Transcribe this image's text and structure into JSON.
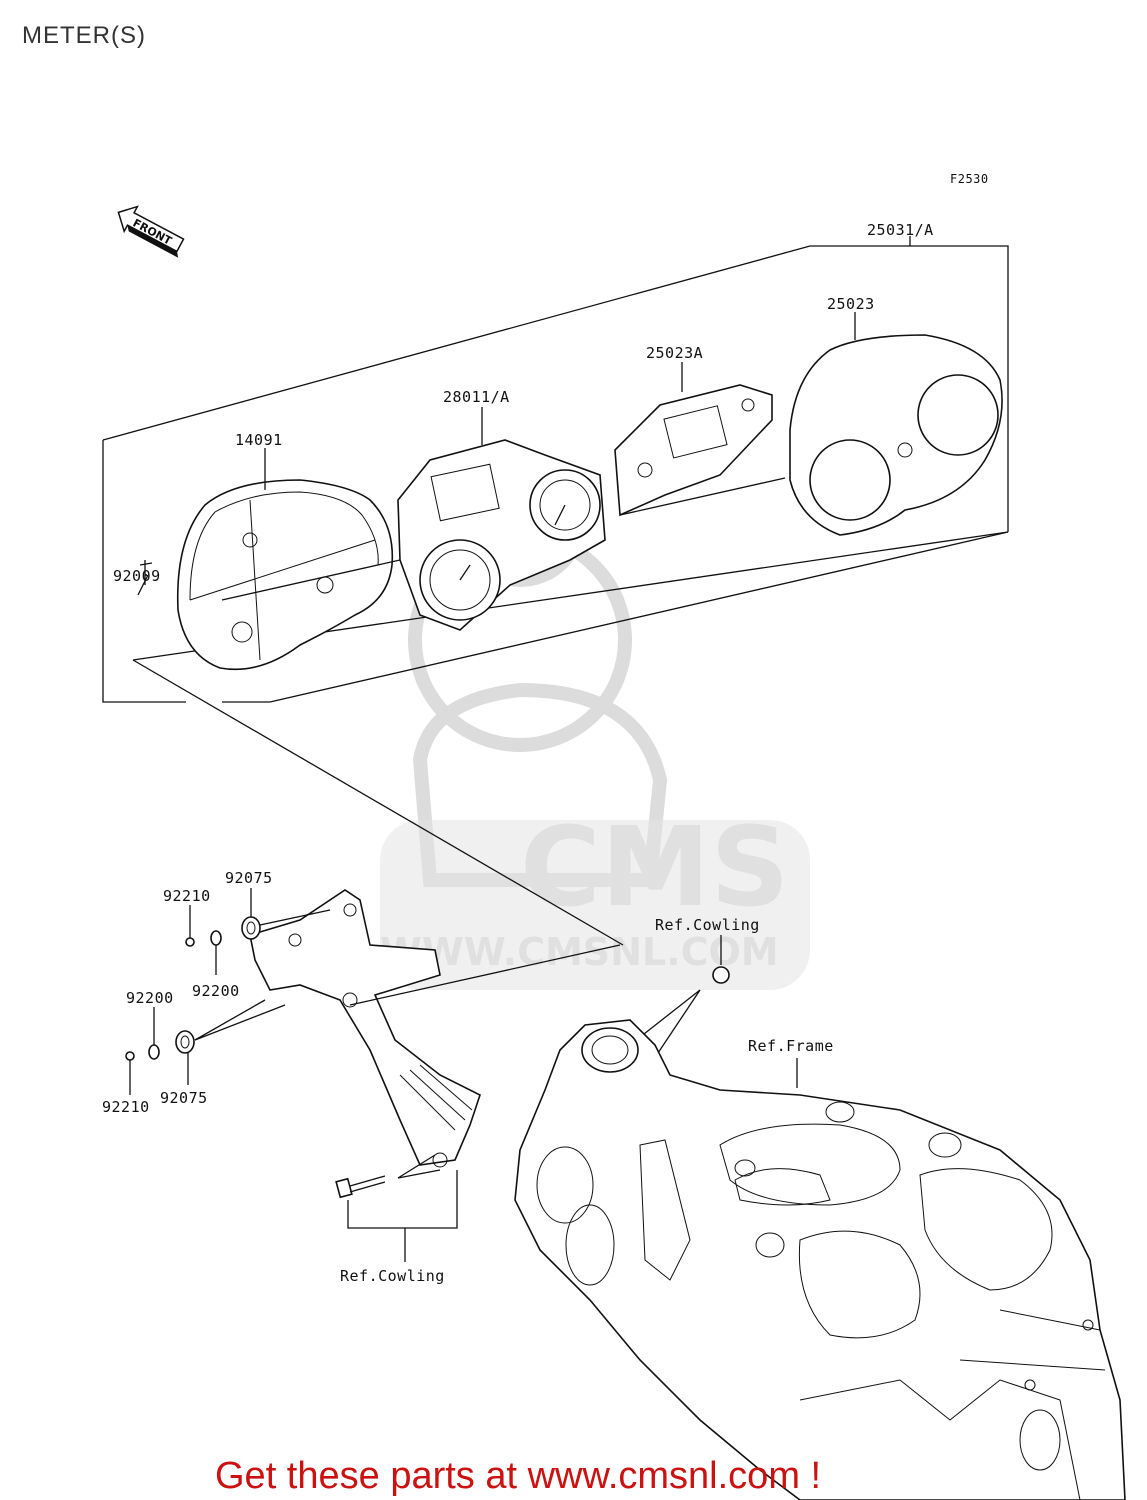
{
  "title": "METER(S)",
  "figure_code": "F2530",
  "front_marker": "FRONT",
  "watermark": {
    "brand": "CMS",
    "url": "WWW.CMSNL.COM"
  },
  "callouts": {
    "p25031": "25031/A",
    "p25023": "25023",
    "p25023A": "25023A",
    "p28011": "28011/A",
    "p14091": "14091",
    "p92009": "92009",
    "p92075_top": "92075",
    "p92210_top": "92210",
    "p92200_right": "92200",
    "p92200_left": "92200",
    "p92210_bottom": "92210",
    "p92075_bottom": "92075",
    "ref_cowling_top": "Ref.Cowling",
    "ref_frame": "Ref.Frame",
    "ref_cowling_bottom": "Ref.Cowling"
  },
  "promo_text": "Get these parts at www.cmsnl.com !",
  "colors": {
    "promo": "#cc1111",
    "line": "#111111",
    "watermark": "#dcdcdc"
  }
}
